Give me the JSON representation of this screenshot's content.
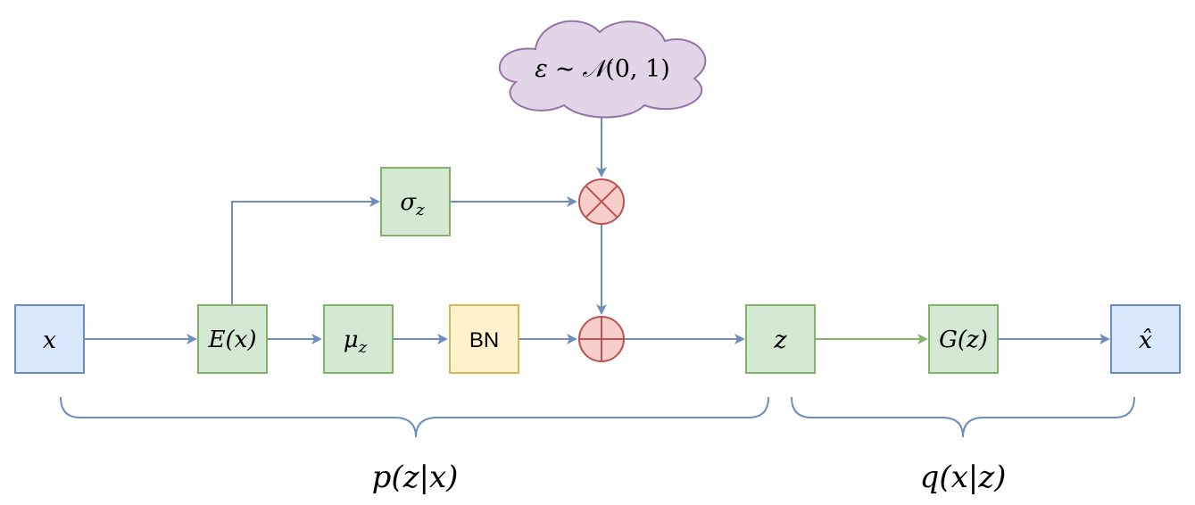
{
  "colors": {
    "blue_fill": "#dae8fc",
    "blue_stroke": "#6c8ebf",
    "green_fill": "#d5e8d4",
    "green_stroke": "#82b366",
    "yellow_fill": "#fff2cc",
    "yellow_stroke": "#d6b656",
    "red_fill": "#f8cecc",
    "red_stroke": "#b85450",
    "purple_fill": "#e1d5e7",
    "purple_stroke": "#9673a6",
    "arrow_blue": "#6c8ebf",
    "arrow_green": "#82b366",
    "brace": "#6c8ebf"
  },
  "nodes": {
    "input": "x",
    "encoder": "E(x)",
    "mu_base": "μ",
    "mu_sub": "z",
    "batchnorm": "BN",
    "sigma_base": "σ",
    "sigma_sub": "z",
    "latent": "z",
    "generator": "G(z)",
    "output": "x̂"
  },
  "noise": {
    "eps": "ε",
    "tilde": "∼",
    "dist": "𝒩",
    "params": "(0, 1)"
  },
  "operators": {
    "multiply_icon": "multiply-icon",
    "add_icon": "add-icon"
  },
  "braces": {
    "encoder_label": "p(z|x)",
    "decoder_label": "q(x|z)"
  }
}
